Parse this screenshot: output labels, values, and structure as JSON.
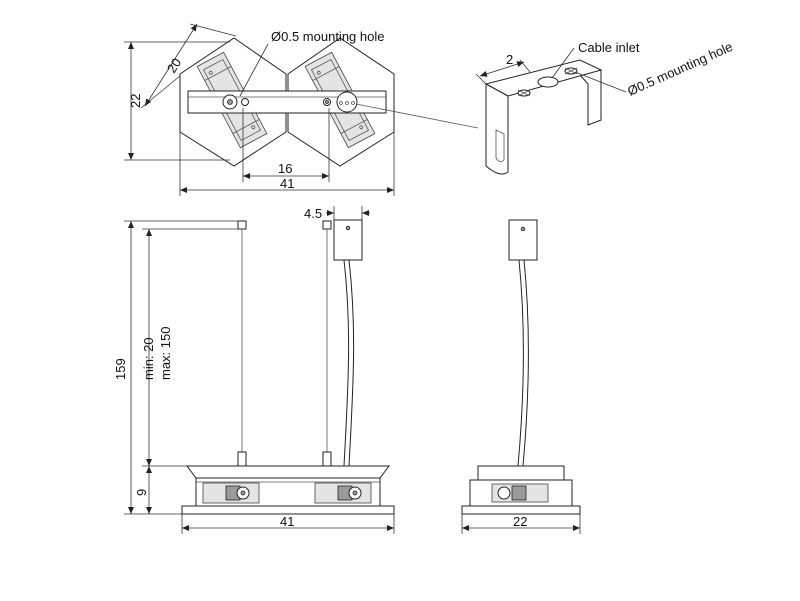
{
  "labels": {
    "mounting_hole_top": "Ø0.5 mounting hole",
    "cable_inlet": "Cable inlet",
    "mounting_hole_bracket": "Ø0.5 mounting hole"
  },
  "dimensions": {
    "top_width_41": "41",
    "top_spacing_16": "16",
    "top_height_22": "22",
    "top_diag_20": "20",
    "bracket_2": "2",
    "canopy_4_5": "4.5",
    "front_height_159": "159",
    "cable_min": "min: 20",
    "cable_max": "max: 150",
    "base_height_9": "9",
    "front_width_41": "41",
    "side_width_22": "22"
  }
}
